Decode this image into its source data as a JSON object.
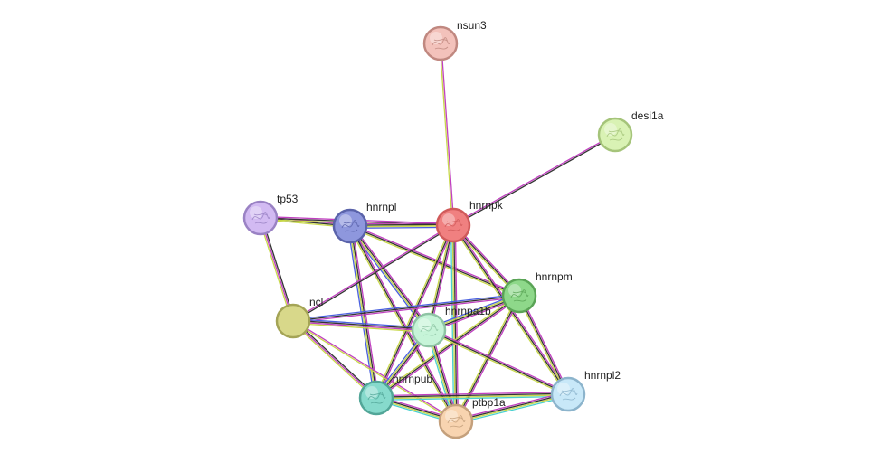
{
  "network": {
    "nodes": [
      {
        "id": "hnrnpk",
        "label": "hnrnpk",
        "color": "#f08080",
        "border": "#d05a5a",
        "structure": true
      },
      {
        "id": "nsun3",
        "label": "nsun3",
        "color": "#f3c2bb",
        "border": "#c08880",
        "structure": true
      },
      {
        "id": "desi1a",
        "label": "desi1a",
        "color": "#d9f2b4",
        "border": "#a5c47a",
        "structure": true
      },
      {
        "id": "tp53",
        "label": "tp53",
        "color": "#d2baf2",
        "border": "#9a82c4",
        "structure": true
      },
      {
        "id": "hnrnpl",
        "label": "hnrnpl",
        "color": "#8e97dd",
        "border": "#5a63aa",
        "structure": true
      },
      {
        "id": "hnrnpm",
        "label": "hnrnpm",
        "color": "#8ed88a",
        "border": "#5aa456",
        "structure": true
      },
      {
        "id": "ncl",
        "label": "ncl",
        "color": "#d8d88a",
        "border": "#a4a456",
        "structure": false
      },
      {
        "id": "hnrnpa1b",
        "label": "hnrnpa1b",
        "color": "#c6f4d8",
        "border": "#8ec4a4",
        "structure": true
      },
      {
        "id": "hnrnpub",
        "label": "hnrnpub",
        "color": "#86dacc",
        "border": "#52a698",
        "structure": true
      },
      {
        "id": "ptbp1a",
        "label": "ptbp1a",
        "color": "#f8d4b0",
        "border": "#c4a07c",
        "structure": true
      },
      {
        "id": "hnrnpl2",
        "label": "hnrnpl2",
        "color": "#c8e8f8",
        "border": "#8cb4cc",
        "structure": true
      }
    ],
    "edges": [
      {
        "source": "hnrnpk",
        "target": "nsun3",
        "colors": [
          "#c8d84a",
          "#c040c0"
        ]
      },
      {
        "source": "hnrnpk",
        "target": "desi1a",
        "colors": [
          "#c040c0",
          "#333333"
        ]
      },
      {
        "source": "tp53",
        "target": "hnrnpl",
        "colors": [
          "#c040c0",
          "#333333",
          "#c8d84a"
        ]
      },
      {
        "source": "tp53",
        "target": "hnrnpk",
        "colors": [
          "#c040c0",
          "#333333",
          "#c8d84a"
        ]
      },
      {
        "source": "tp53",
        "target": "ncl",
        "colors": [
          "#333333",
          "#c040c0",
          "#c8d84a"
        ]
      },
      {
        "source": "hnrnpl",
        "target": "hnrnpk",
        "colors": [
          "#c040c0",
          "#333333",
          "#c8d84a",
          "#4a60e0"
        ]
      },
      {
        "source": "hnrnpl",
        "target": "hnrnpm",
        "colors": [
          "#c040c0",
          "#333333",
          "#c8d84a"
        ]
      },
      {
        "source": "hnrnpl",
        "target": "hnrnpa1b",
        "colors": [
          "#c040c0",
          "#333333",
          "#c8d84a",
          "#4a60e0"
        ]
      },
      {
        "source": "hnrnpl",
        "target": "hnrnpub",
        "colors": [
          "#c040c0",
          "#333333",
          "#c8d84a",
          "#4a60e0"
        ]
      },
      {
        "source": "hnrnpl",
        "target": "ptbp1a",
        "colors": [
          "#c040c0",
          "#333333",
          "#c8d84a"
        ]
      },
      {
        "source": "hnrnpk",
        "target": "hnrnpm",
        "colors": [
          "#c040c0",
          "#333333",
          "#c8d84a"
        ]
      },
      {
        "source": "hnrnpk",
        "target": "ncl",
        "colors": [
          "#333333",
          "#c040c0"
        ]
      },
      {
        "source": "hnrnpk",
        "target": "hnrnpa1b",
        "colors": [
          "#c040c0",
          "#333333",
          "#c8d84a"
        ]
      },
      {
        "source": "hnrnpk",
        "target": "hnrnpub",
        "colors": [
          "#c040c0",
          "#333333",
          "#c8d84a"
        ]
      },
      {
        "source": "hnrnpk",
        "target": "ptbp1a",
        "colors": [
          "#c040c0",
          "#333333",
          "#c8d84a",
          "#4ad0d0"
        ]
      },
      {
        "source": "hnrnpk",
        "target": "hnrnpl2",
        "colors": [
          "#c040c0",
          "#333333",
          "#c8d84a"
        ]
      },
      {
        "source": "ncl",
        "target": "hnrnpm",
        "colors": [
          "#4a60e0",
          "#333333",
          "#c040c0"
        ]
      },
      {
        "source": "ncl",
        "target": "hnrnpa1b",
        "colors": [
          "#4a60e0",
          "#333333",
          "#c040c0",
          "#c8d84a"
        ]
      },
      {
        "source": "ncl",
        "target": "hnrnpub",
        "colors": [
          "#333333",
          "#c040c0",
          "#c8d84a"
        ]
      },
      {
        "source": "ncl",
        "target": "ptbp1a",
        "colors": [
          "#c040c0",
          "#c8d84a"
        ]
      },
      {
        "source": "hnrnpm",
        "target": "hnrnpa1b",
        "colors": [
          "#c040c0",
          "#333333",
          "#c8d84a",
          "#4a60e0"
        ]
      },
      {
        "source": "hnrnpm",
        "target": "hnrnpub",
        "colors": [
          "#c040c0",
          "#333333",
          "#c8d84a"
        ]
      },
      {
        "source": "hnrnpm",
        "target": "ptbp1a",
        "colors": [
          "#c040c0",
          "#333333",
          "#c8d84a"
        ]
      },
      {
        "source": "hnrnpm",
        "target": "hnrnpl2",
        "colors": [
          "#c040c0",
          "#333333",
          "#c8d84a"
        ]
      },
      {
        "source": "hnrnpa1b",
        "target": "hnrnpub",
        "colors": [
          "#c040c0",
          "#333333",
          "#c8d84a",
          "#4a60e0"
        ]
      },
      {
        "source": "hnrnpa1b",
        "target": "ptbp1a",
        "colors": [
          "#c040c0",
          "#333333",
          "#c8d84a",
          "#4ad0d0"
        ]
      },
      {
        "source": "hnrnpa1b",
        "target": "hnrnpl2",
        "colors": [
          "#c040c0",
          "#333333",
          "#c8d84a"
        ]
      },
      {
        "source": "hnrnpub",
        "target": "ptbp1a",
        "colors": [
          "#c040c0",
          "#333333",
          "#c8d84a",
          "#4ad0d0"
        ]
      },
      {
        "source": "hnrnpub",
        "target": "hnrnpl2",
        "colors": [
          "#c040c0",
          "#333333",
          "#c8d84a",
          "#4ad0d0"
        ]
      },
      {
        "source": "ptbp1a",
        "target": "hnrnpl2",
        "colors": [
          "#c040c0",
          "#333333",
          "#c8d84a",
          "#4ad0d0"
        ]
      }
    ]
  }
}
